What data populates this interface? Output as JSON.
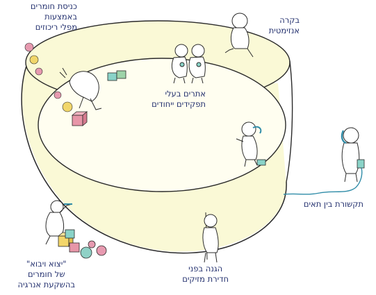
{
  "labels": {
    "nesting_materials": {
      "lines": [
        "כניסת חומרים",
        "באמצעות",
        "מפלי ריכוזים"
      ]
    },
    "animate_control": {
      "lines": [
        "בקרה",
        "אנזימטית"
      ]
    },
    "specialized_sites": {
      "lines": [
        "אתרים בעלי",
        "תפקידים ייחודים"
      ]
    },
    "cell_communication": {
      "lines": [
        "תקשורת בין תאים"
      ]
    },
    "import_export": {
      "lines": [
        "\"יצוא ויבוא\"",
        "של חומרים",
        "בהשקעת אנרגיה"
      ]
    },
    "protection": {
      "lines": [
        "הגנה בפני",
        "חדירת מזיקים"
      ]
    }
  },
  "colors": {
    "text": "#23306e",
    "outline": "#2a2a2a",
    "membrane_fill": "#faf9d6",
    "ball_pink": "#e79ab0",
    "ball_yellow": "#f1d66a",
    "ball_teal": "#8fd1c6",
    "box_pink": "#e796a8",
    "box_teal": "#8ad3c8",
    "box_yellow": "#f3d66a",
    "phone_cord": "#2f8ca8"
  }
}
